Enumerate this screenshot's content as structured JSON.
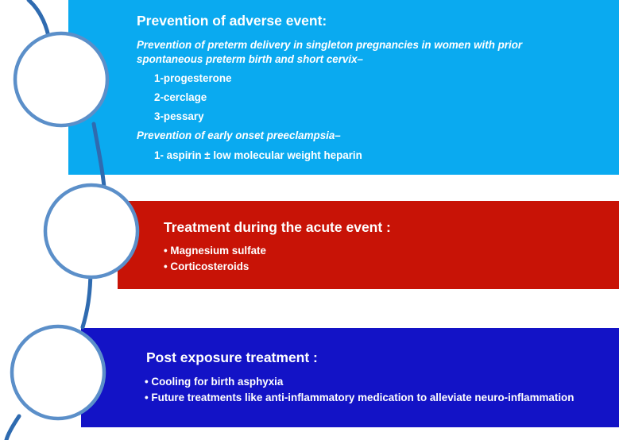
{
  "panels": [
    {
      "heading": "Prevention of adverse event:",
      "color": "#0aaaf0",
      "subheading_1": "Prevention of preterm delivery in singleton pregnancies in women with prior",
      "subheading_1b": "spontaneous preterm birth and short cervix–",
      "items_1": [
        "1-progesterone",
        "2-cerclage",
        "3-pessary"
      ],
      "subheading_2": "Prevention of early onset preeclampsia–",
      "items_2": [
        "1- aspirin ± low molecular weight heparin"
      ]
    },
    {
      "heading": "Treatment during the acute event :",
      "color": "#c81306",
      "items": [
        "• Magnesium  sulfate",
        "• Corticosteroids"
      ]
    },
    {
      "heading": "Post exposure treatment :",
      "color": "#1313c6",
      "items": [
        "• Cooling for birth asphyxia",
        "• Future treatments like anti-inflammatory medication to alleviate neuro-inflammation"
      ]
    }
  ],
  "connector_color": "#2f6bb0",
  "circle_stroke_color": "#5b8fc9"
}
